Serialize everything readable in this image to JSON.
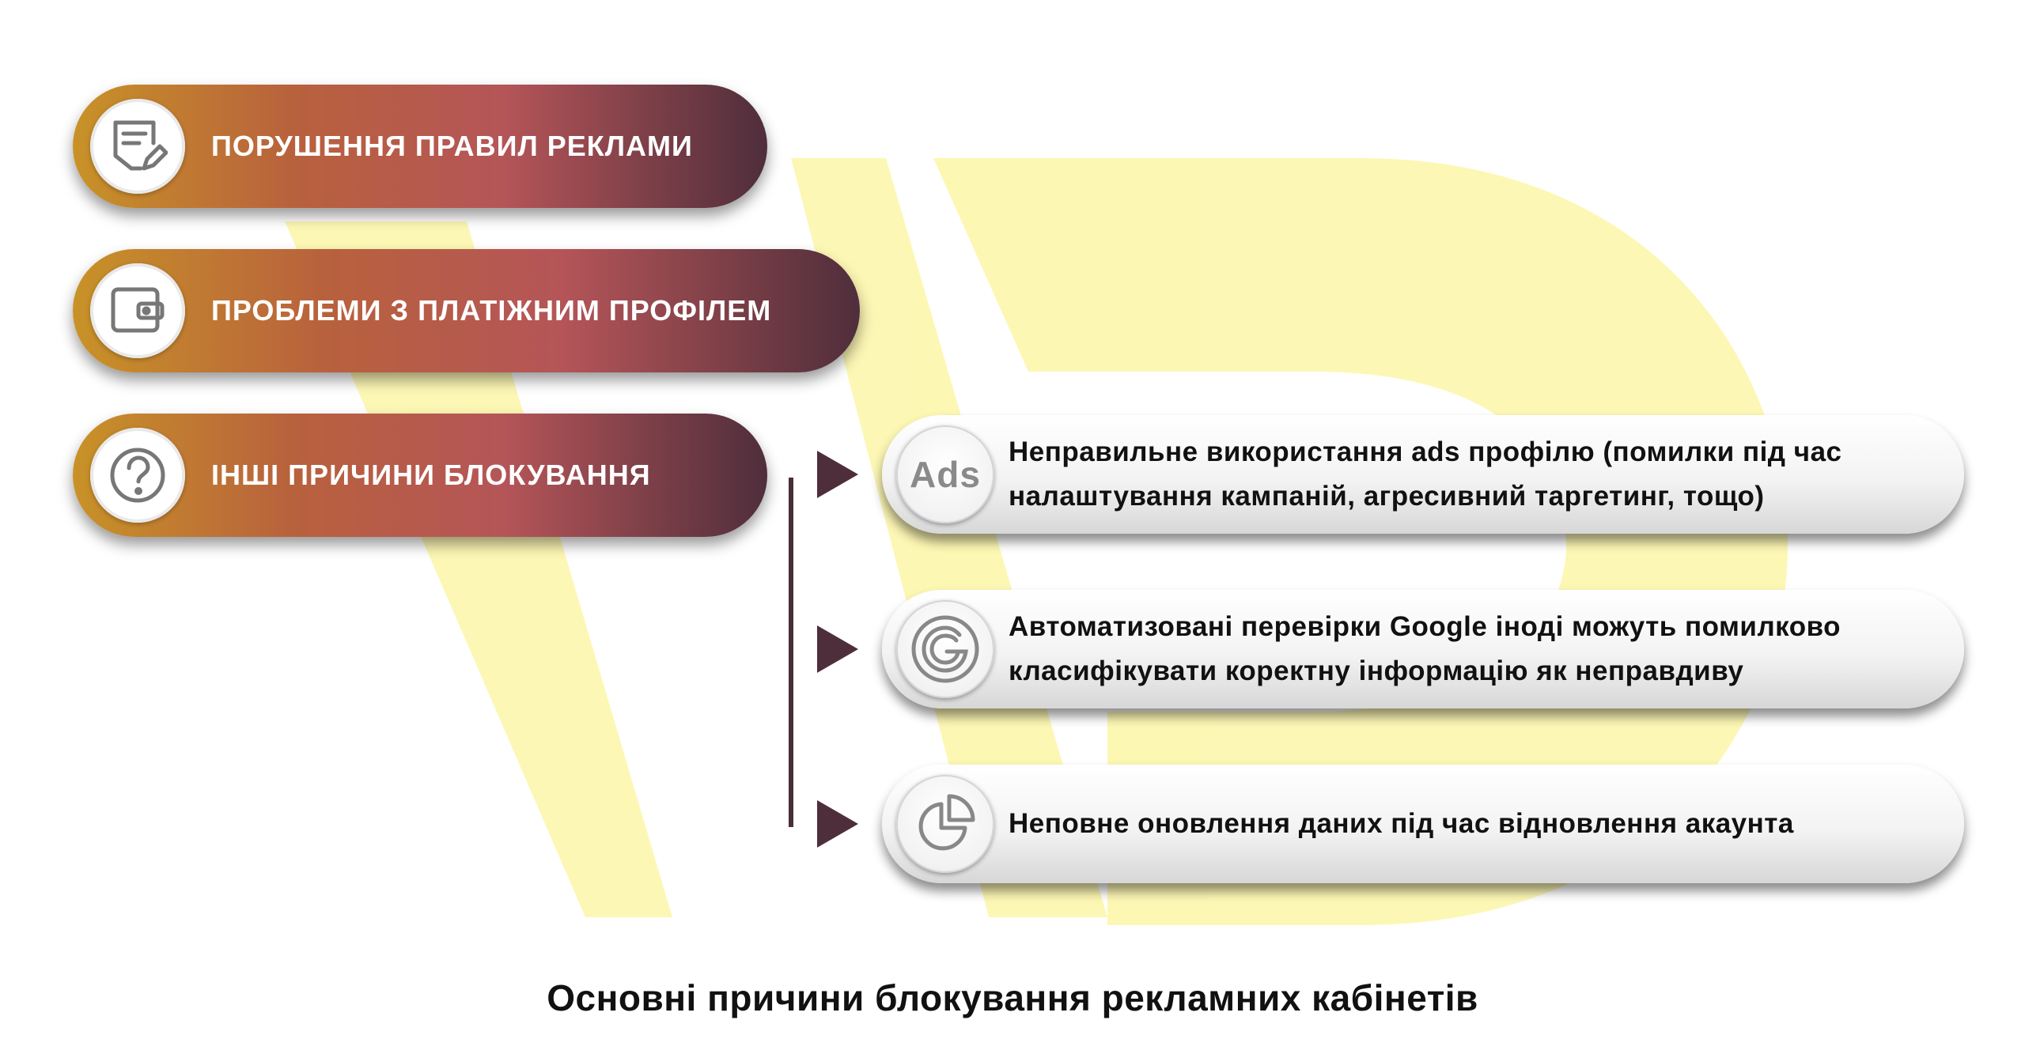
{
  "watermark": {
    "icon": "wd-logo-watermark",
    "color": "#fdf6a8"
  },
  "colors": {
    "pill_gradient": [
      "#c89227",
      "#b8613d",
      "#b55558",
      "#4f2e3b"
    ],
    "connector": "#4f2e3b",
    "card_text": "#111111"
  },
  "reasons": [
    {
      "icon": "document-edit-icon",
      "label": "ПОРУШЕННЯ ПРАВИЛ РЕКЛАМИ"
    },
    {
      "icon": "wallet-icon",
      "label": "ПРОБЛЕМИ З ПЛАТІЖНИМ ПРОФІЛЕМ"
    },
    {
      "icon": "question-icon",
      "label": "ІНШІ ПРИЧИНИ БЛОКУВАННЯ"
    }
  ],
  "details": [
    {
      "icon": "ads-icon",
      "icon_text": "Ads",
      "text": "Неправильне використання ads профілю (помилки під час налаштування кампаній, агресивний таргетинг, тощо)"
    },
    {
      "icon": "google-g-icon",
      "text": "Автоматизовані перевірки Google іноді можуть помилково класифікувати коректну інформацію як неправдиву"
    },
    {
      "icon": "pie-chart-icon",
      "text": "Неповне оновлення даних під час відновлення акаунта"
    }
  ],
  "caption": "Основні причини блокування рекламних кабінетів"
}
